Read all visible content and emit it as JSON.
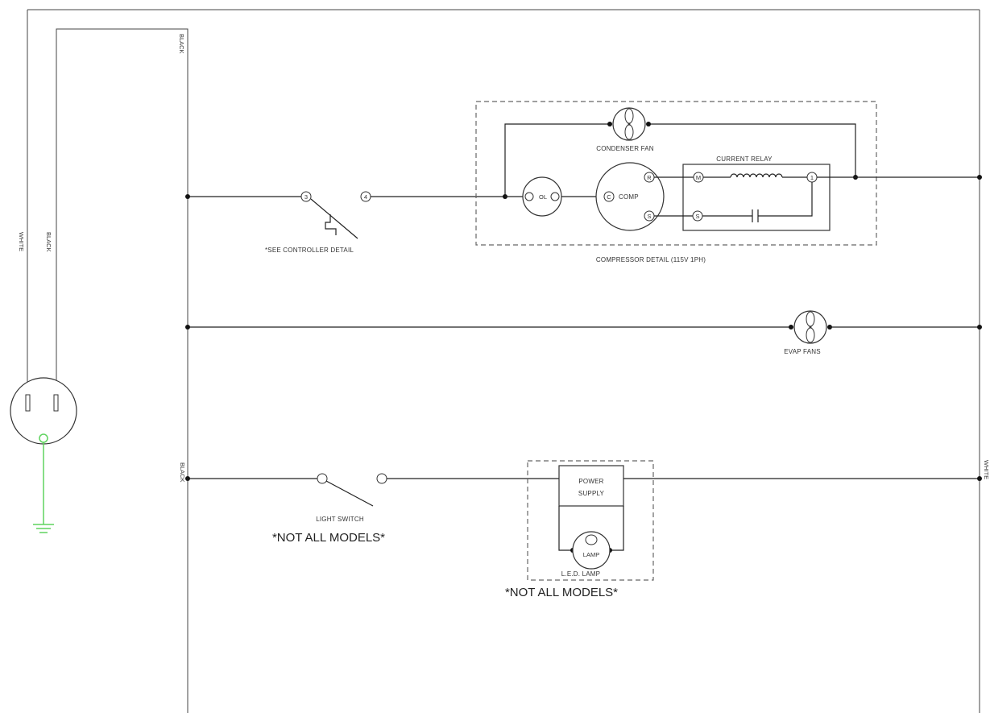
{
  "colors": {
    "wire": "#222222",
    "ground": "#5fd35f",
    "dashed_box": "#666666"
  },
  "wire_labels": {
    "black_top": "BLACK",
    "black_cord": "BLACK",
    "white_cord": "WHITE",
    "black_mid": "BLACK",
    "white_right": "WHITE"
  },
  "controller": {
    "terminal_left": "3",
    "terminal_right": "4",
    "note": "*SEE CONTROLLER DETAIL"
  },
  "compressor_detail": {
    "title": "COMPRESSOR DETAIL (115V 1PH)",
    "condenser_fan": "CONDENSER FAN",
    "overload": "OL",
    "comp": "COMP",
    "comp_terminal_c": "C",
    "comp_terminal_r": "R",
    "comp_terminal_s": "S",
    "current_relay": "CURRENT RELAY",
    "relay_terminal_m": "M",
    "relay_terminal_1": "1",
    "relay_terminal_s": "S"
  },
  "evap": {
    "label": "EVAP FANS"
  },
  "light_switch": {
    "label": "LIGHT SWITCH",
    "note": "*NOT ALL MODELS*"
  },
  "led_lamp": {
    "power_supply_line1": "POWER",
    "power_supply_line2": "SUPPLY",
    "lamp": "LAMP",
    "label": "L.E.D. LAMP",
    "note": "*NOT ALL MODELS*"
  }
}
